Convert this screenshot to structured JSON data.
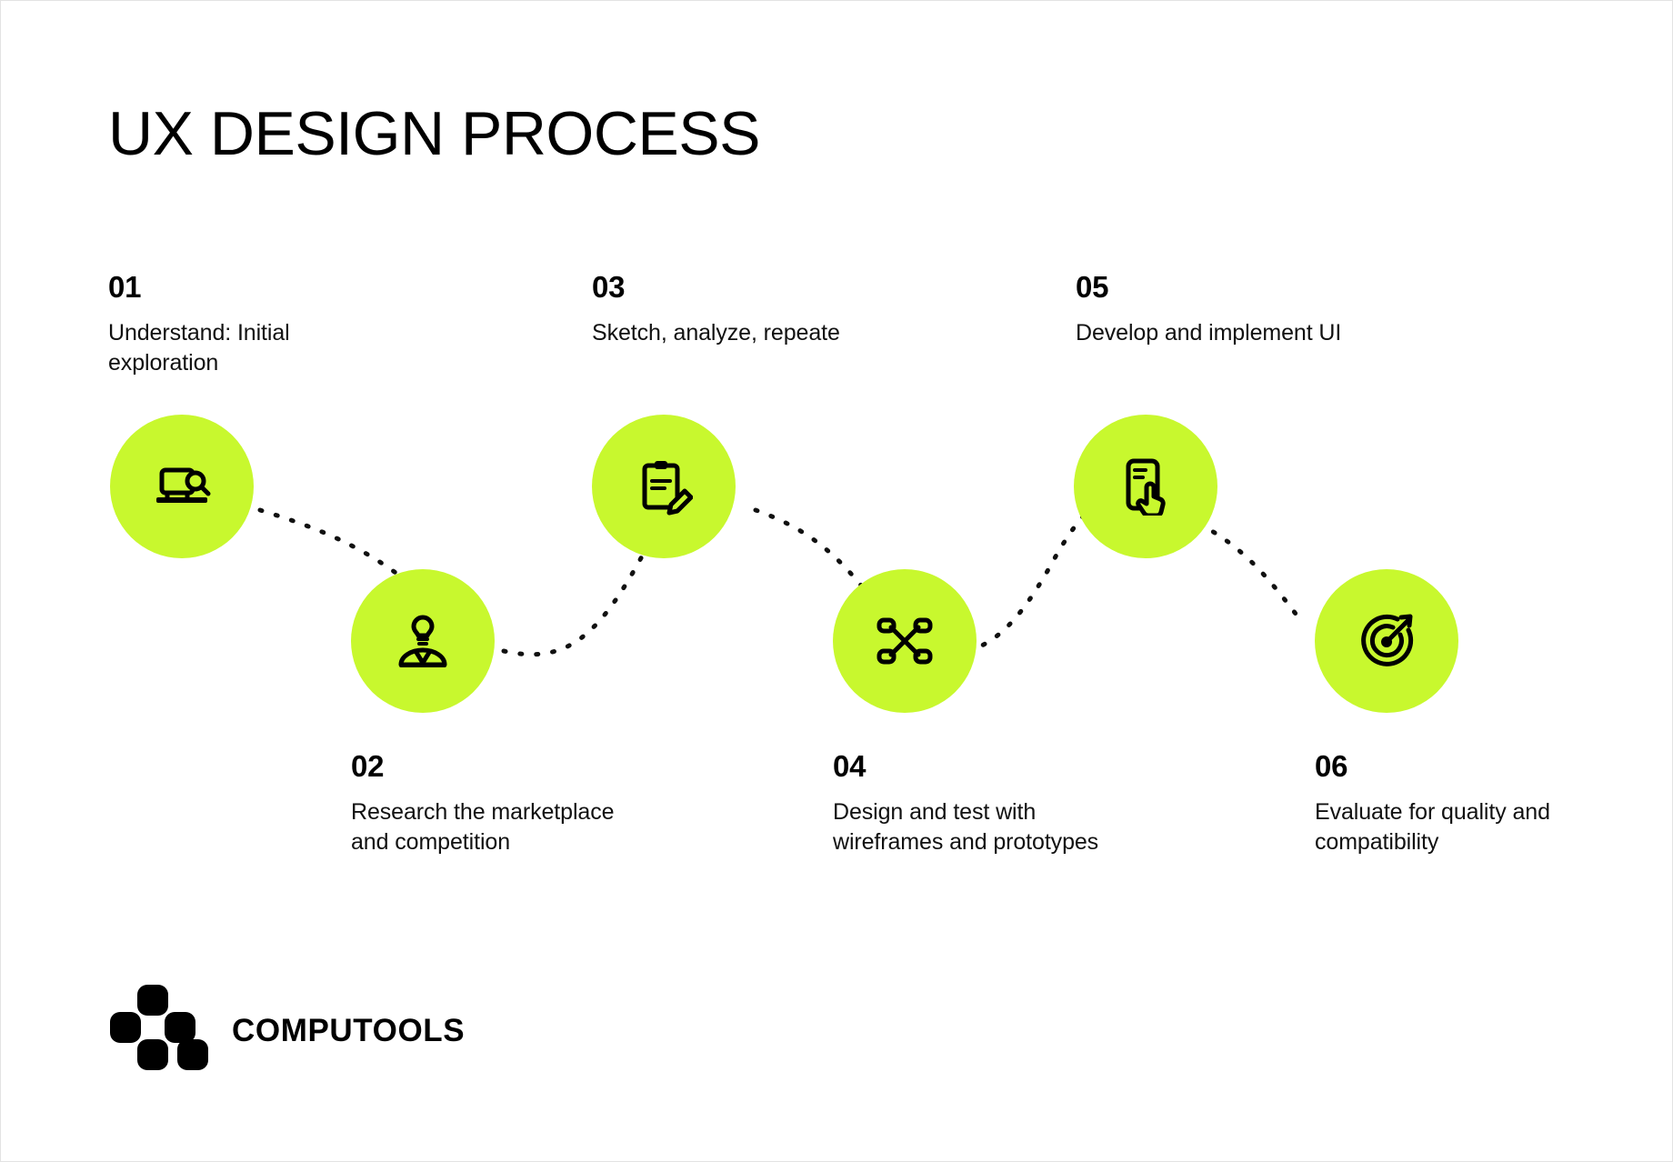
{
  "title": "UX DESIGN PROCESS",
  "brand": {
    "name": "COMPUTOOLS",
    "accent_color": "#c8f82e",
    "text_color": "#000000",
    "background_color": "#ffffff",
    "logo_icon": "computools-blocks-logo"
  },
  "steps": [
    {
      "number": "01",
      "description": "Understand: Initial exploration",
      "icon": "laptop-search-icon",
      "label_position": "above"
    },
    {
      "number": "02",
      "description": "Research the marketplace and competition",
      "icon": "person-idea-icon",
      "label_position": "below"
    },
    {
      "number": "03",
      "description": "Sketch, analyze, repeate",
      "icon": "clipboard-pencil-icon",
      "label_position": "above"
    },
    {
      "number": "04",
      "description": "Design and test with wireframes and prototypes",
      "icon": "wireframe-nodes-icon",
      "label_position": "below"
    },
    {
      "number": "05",
      "description": "Develop and implement UI",
      "icon": "mobile-tap-icon",
      "label_position": "above"
    },
    {
      "number": "06",
      "description": "Evaluate for quality and compatibility",
      "icon": "target-arrow-icon",
      "label_position": "below"
    }
  ]
}
